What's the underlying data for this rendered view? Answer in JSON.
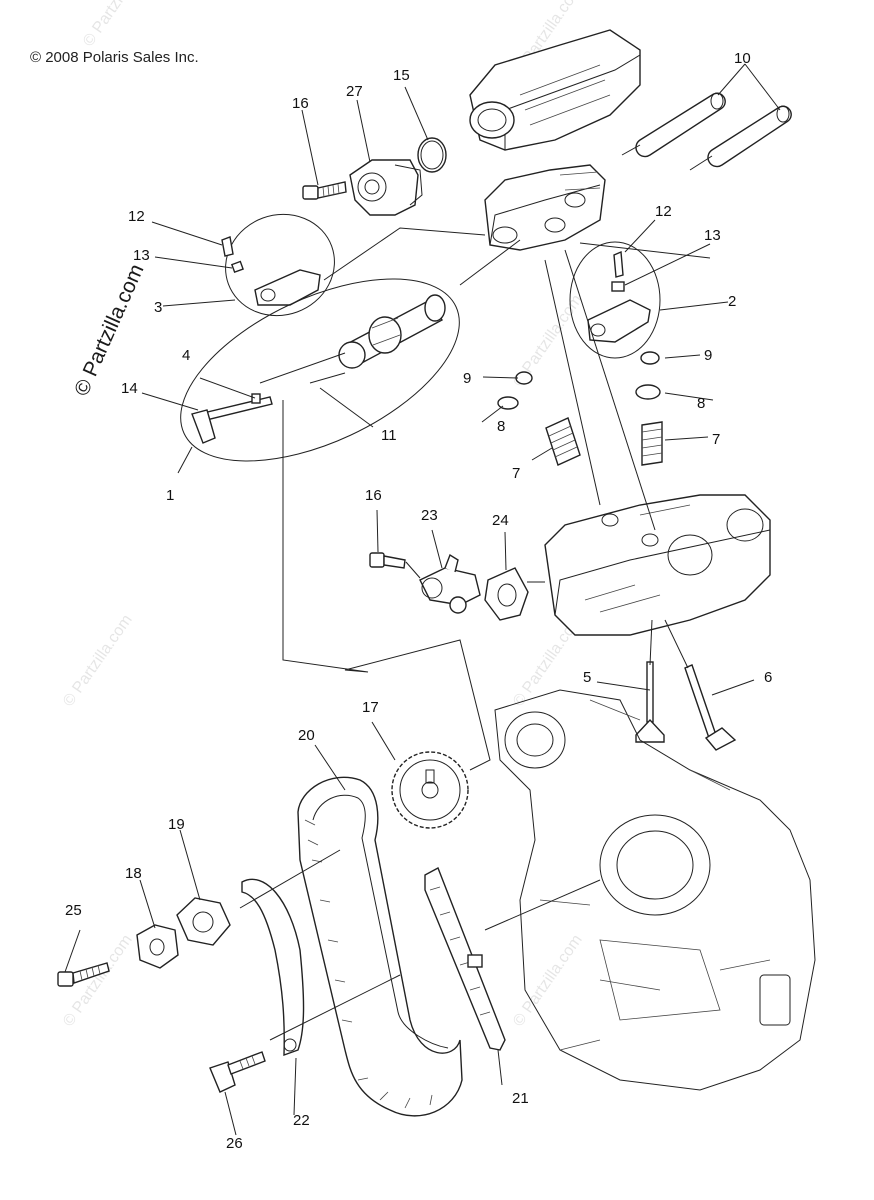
{
  "copyright": "© 2008 Polaris Sales Inc.",
  "watermark": "© Partzilla.com",
  "callouts": {
    "c1": "1",
    "c2": "2",
    "c3": "3",
    "c4": "4",
    "c5": "5",
    "c6": "6",
    "c7a": "7",
    "c7b": "7",
    "c8a": "8",
    "c8b": "8",
    "c9a": "9",
    "c9b": "9",
    "c10": "10",
    "c11": "11",
    "c12a": "12",
    "c12b": "12",
    "c13a": "13",
    "c13b": "13",
    "c14": "14",
    "c15": "15",
    "c16a": "16",
    "c16b": "16",
    "c17": "17",
    "c18": "18",
    "c19": "19",
    "c20": "20",
    "c21": "21",
    "c22": "22",
    "c23": "23",
    "c24": "24",
    "c25": "25",
    "c26": "26",
    "c27": "27"
  }
}
